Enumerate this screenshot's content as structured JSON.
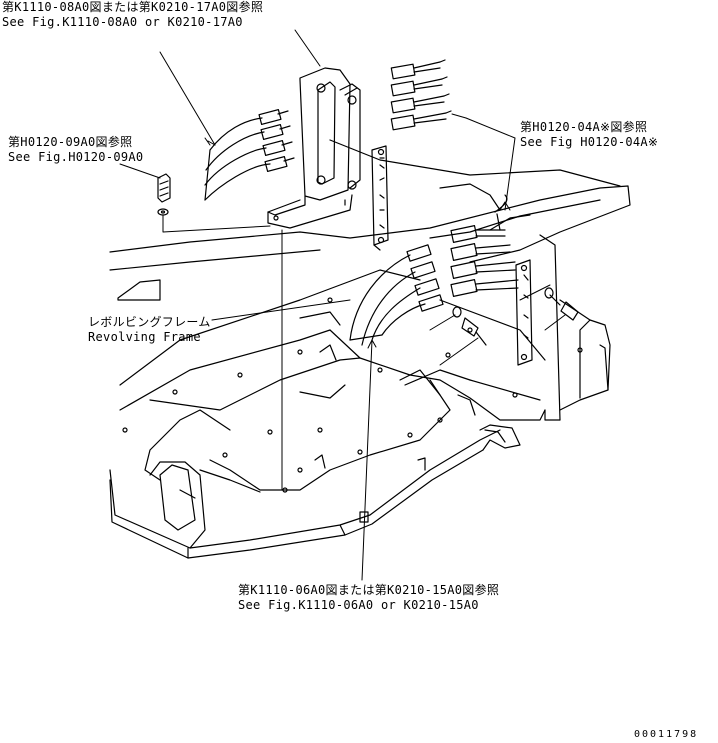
{
  "labels": {
    "top_left": {
      "jp": "第K1110-08A0図または第K0210-17A0図参照",
      "en": "See Fig.K1110-08A0 or K0210-17A0"
    },
    "left_mid": {
      "jp": "第H0120-09A0図参照",
      "en": "See Fig.H0120-09A0"
    },
    "right_top": {
      "jp": "第H0120-04A※図参照",
      "en": "See Fig H0120-04A※"
    },
    "frame": {
      "jp": "レボルビングフレーム",
      "en": "Revolving Frame"
    },
    "bottom": {
      "jp": "第K1110-06A0図または第K0210-15A0図参照",
      "en": "See Fig.K1110-06A0 or K0210-15A0"
    }
  },
  "document_number": "00011798",
  "colors": {
    "line": "#000000",
    "background": "#ffffff"
  }
}
